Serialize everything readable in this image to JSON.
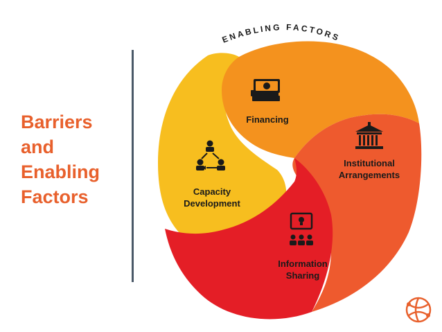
{
  "title": {
    "lines": [
      "Barriers",
      "and",
      "Enabling",
      "Factors"
    ]
  },
  "diagram": {
    "arc_heading": "ENABLING FACTORS",
    "segments": [
      {
        "id": "financing",
        "lines": [
          "Financing"
        ],
        "icon": "money-stack-icon",
        "color": "#F4921E"
      },
      {
        "id": "institutional",
        "lines": [
          "Institutional",
          "Arrangements"
        ],
        "icon": "institution-building-icon",
        "color": "#EE5A2E"
      },
      {
        "id": "information",
        "lines": [
          "Information",
          "Sharing"
        ],
        "icon": "presentation-audience-icon",
        "color": "#E41E26"
      },
      {
        "id": "capacity",
        "lines": [
          "Capacity",
          "Development"
        ],
        "icon": "network-people-icon",
        "color": "#F7BE1F"
      }
    ]
  },
  "logo": {
    "icon": "globe-logo-icon",
    "color": "#E8602C"
  }
}
